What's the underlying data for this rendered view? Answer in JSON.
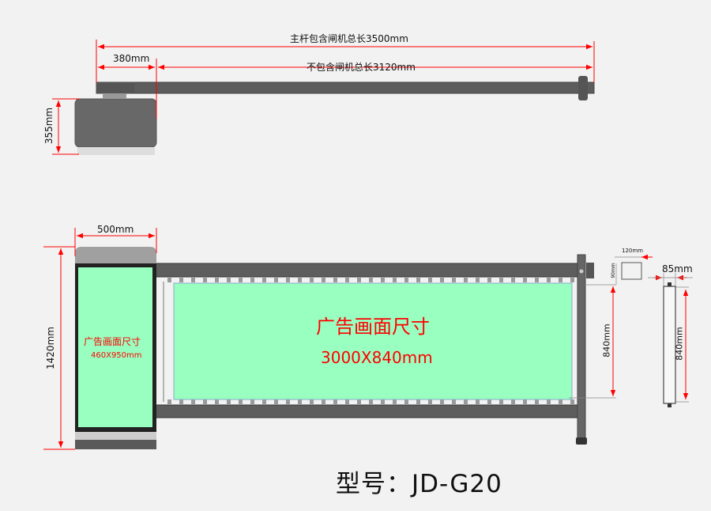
{
  "top_view": {
    "total_length_label": "主杆包含闸机总长3500mm",
    "arm_length_label": "不包含闸机总长3120mm",
    "cabinet_depth_label": "380mm",
    "cabinet_height_label": "355mm"
  },
  "front_view": {
    "cabinet_width_label": "500mm",
    "cabinet_height_label": "1420mm",
    "cabinet_ad_title": "广告画面尺寸",
    "cabinet_ad_size": "460X950mm",
    "arm_ad_title": "广告画面尺寸",
    "arm_ad_size": "3000X840mm",
    "arm_panel_height_label": "840mm",
    "support_width_label": "120mm",
    "support_height_label": "90mm",
    "side_width_label": "85mm",
    "side_height_label": "840mm"
  },
  "model_label": "型号：JD-G20",
  "colors": {
    "dimension": "#ff0000",
    "panel": "#99ffc0",
    "frame": "#5a5a5a"
  }
}
